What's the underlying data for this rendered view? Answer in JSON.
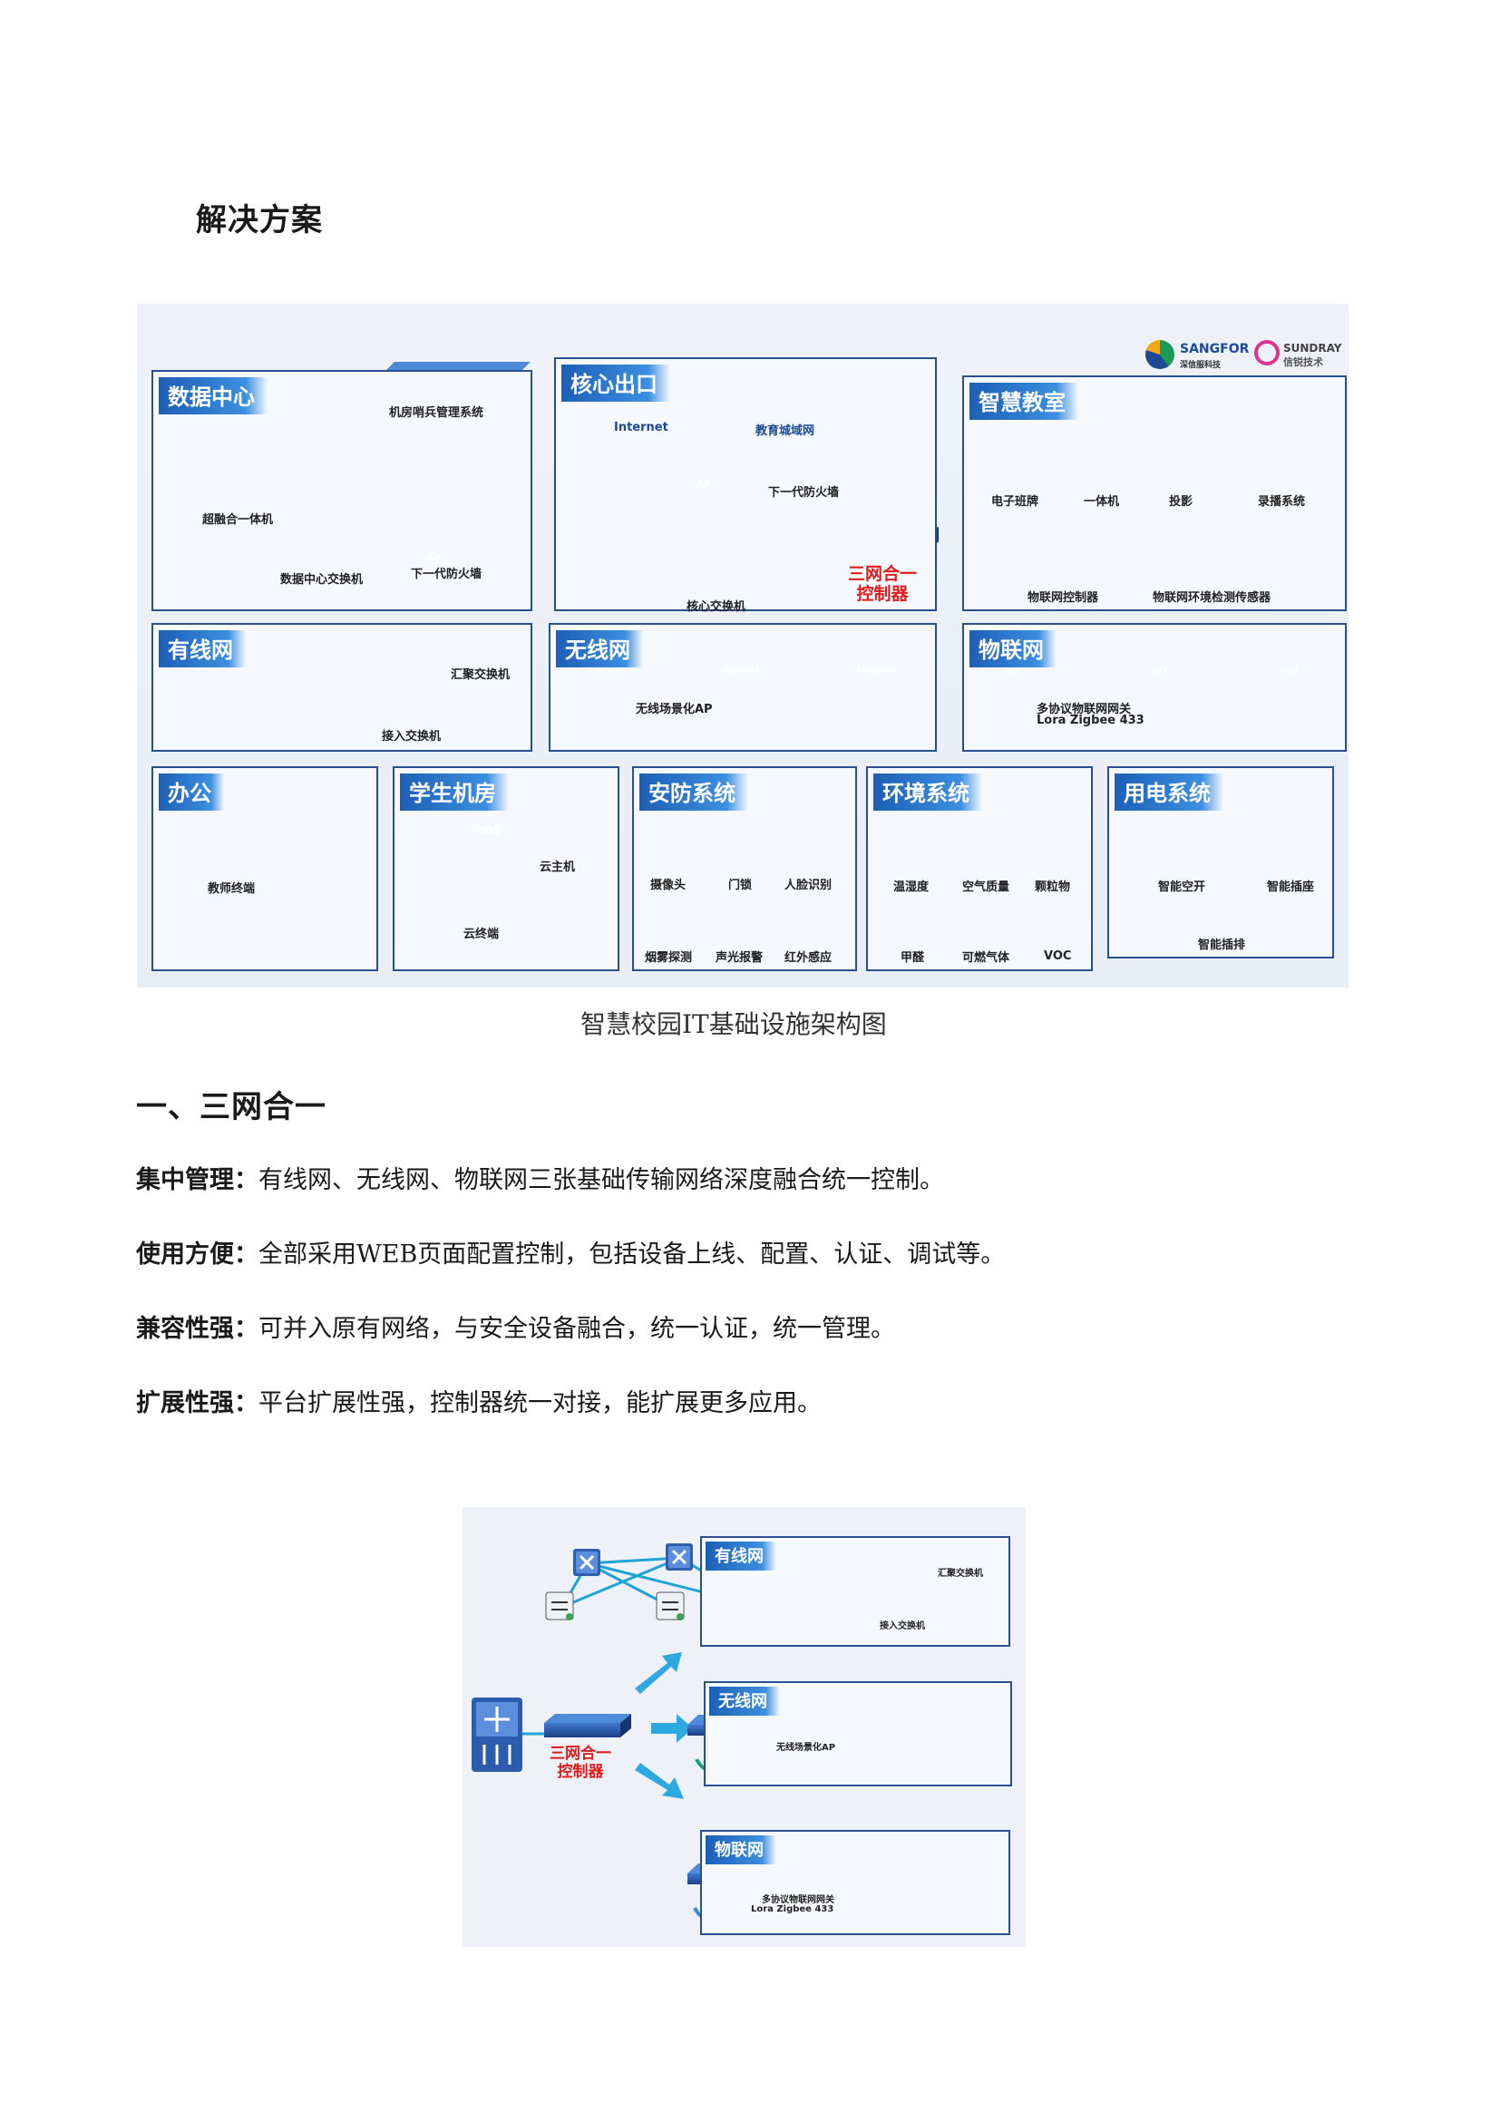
{
  "heading_solution": "解决方案",
  "figure1": {
    "caption": "智慧校园IT基础设施架构图",
    "logos": {
      "sangfor": "SANGFOR",
      "sangfor_cn": "深信服科技",
      "sundray": "SUNDRAY",
      "sundray_cn": "信锐技术"
    },
    "panels": {
      "datacenter": {
        "title": "数据中心",
        "labels": [
          "机房哨兵管理系统",
          "超融合一体机",
          "数据中心交换机",
          "下一代防火墙"
        ]
      },
      "core": {
        "title": "核心出口",
        "labels": [
          "Internet",
          "教育城域网",
          "下一代防火墙",
          "核心交换机"
        ],
        "controller": [
          "三网合一",
          "控制器"
        ]
      },
      "classroom": {
        "title": "智慧教室",
        "labels": [
          "电子班牌",
          "一体机",
          "投影",
          "录播系统",
          "物联网控制器",
          "物联网环境检测传感器"
        ]
      },
      "wired": {
        "title": "有线网",
        "labels": [
          "汇聚交换机",
          "接入交换机"
        ]
      },
      "wireless": {
        "title": "无线网",
        "labels": [
          "无线场景化AP"
        ]
      },
      "iot": {
        "title": "物联网",
        "labels": [
          "多协议物联网网关",
          "Lora  Zigbee 433"
        ]
      },
      "office": {
        "title": "办公",
        "labels": [
          "教师终端"
        ]
      },
      "lab": {
        "title": "学生机房",
        "labels": [
          "云主机",
          "云终端"
        ]
      },
      "security": {
        "title": "安防系统",
        "labels": [
          "摄像头",
          "门锁",
          "人脸识别",
          "烟雾探测",
          "声光报警",
          "红外感应"
        ]
      },
      "env": {
        "title": "环境系统",
        "labels": [
          "温湿度",
          "空气质量",
          "颗粒物",
          "甲醛",
          "可燃气体",
          "VOC"
        ]
      },
      "power": {
        "title": "用电系统",
        "labels": [
          "智能空开",
          "智能插座",
          "智能插排"
        ]
      }
    },
    "device_tags": {
      "af": "AF",
      "vds": "VDS",
      "iot": "IoT",
      "sundray": "SUNDRAY"
    }
  },
  "section1": {
    "title": "一、三网合一",
    "items": [
      {
        "term": "集中管理：",
        "text": "有线网、无线网、物联网三张基础传输网络深度融合统一控制。"
      },
      {
        "term": "使用方便：",
        "text": "全部采用WEB页面配置控制，包括设备上线、配置、认证、调试等。"
      },
      {
        "term": "兼容性强：",
        "text": "可并入原有网络，与安全设备融合，统一认证，统一管理。"
      },
      {
        "term": "扩展性强：",
        "text": "平台扩展性强，控制器统一对接，能扩展更多应用。"
      }
    ]
  },
  "figure2": {
    "controller": [
      "三网合一",
      "控制器"
    ],
    "panels": {
      "wired": {
        "title": "有线网",
        "labels": [
          "汇聚交换机",
          "接入交换机"
        ]
      },
      "wireless": {
        "title": "无线网",
        "labels": [
          "无线场景化AP"
        ]
      },
      "iot": {
        "title": "物联网",
        "labels": [
          "多协议物联网网关",
          "Lora  Zigbee 433"
        ]
      }
    }
  },
  "colors": {
    "panel_border": "#2a4f8e",
    "title_blue": "#1d5fb6",
    "link": "#1fa3d6",
    "wifi": "#1f9f7a",
    "red": "#e01b1b"
  }
}
